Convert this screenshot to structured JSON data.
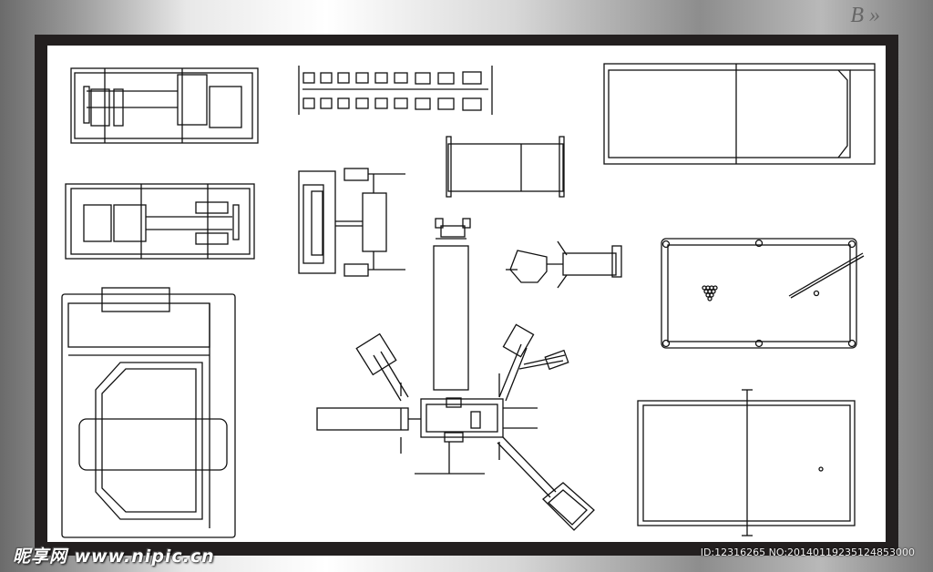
{
  "page_label": "B »",
  "watermark": {
    "site": "昵享网 www.nipic.cn",
    "id": "ID:12316265 NO:20140119235124853000"
  },
  "icons": {
    "treadmill": "treadmill-top-view-icon",
    "billiards": "billiard-table-icon",
    "ping_pong": "ping-pong-table-icon",
    "multi_gym": "multi-station-gym-icon"
  }
}
